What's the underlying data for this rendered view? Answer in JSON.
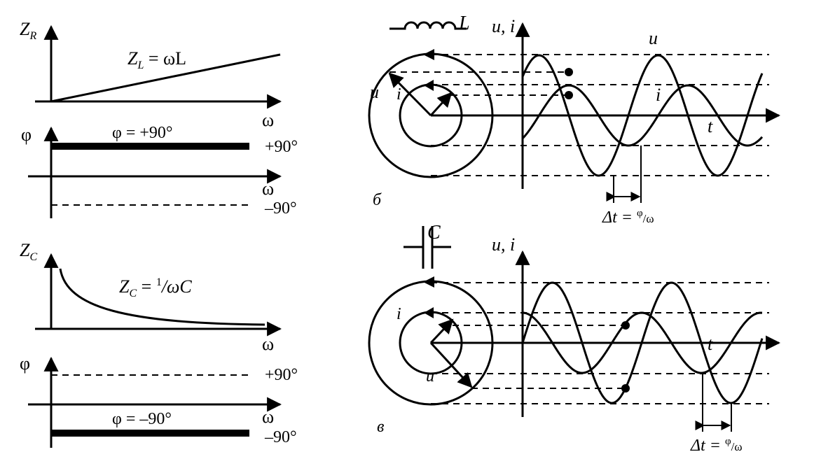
{
  "inductor": {
    "zr_axis": "Z",
    "zr_sub": "R",
    "zl_formula_left": "Z",
    "zl_formula_sub": "L",
    "zl_formula_right": " = ωL",
    "omega": "ω",
    "phi": "φ",
    "phi_eq": "φ = +90°",
    "plus90": "+90°",
    "minus90": "–90°"
  },
  "capacitor": {
    "zc_axis": "Z",
    "zc_sub": "C",
    "zc_formula_left": "Z",
    "zc_formula_sub": "C",
    "zc_formula_mid": " = ",
    "zc_formula_num": "1",
    "zc_formula_den": "/ωC",
    "omega": "ω",
    "phi": "φ",
    "phi_eq": "φ = –90°",
    "plus90": "+90°",
    "minus90": "–90°"
  },
  "panel_b": {
    "component": "L",
    "axis": "u, i",
    "u": "u",
    "i": "i",
    "t": "t",
    "label": "б",
    "dt": "Δt = ",
    "dt_num": "φ",
    "dt_den": "/ω"
  },
  "panel_v": {
    "component": "C",
    "axis": "u, i",
    "u": "u",
    "i": "i",
    "t": "t",
    "label": "в",
    "dt": "Δt = ",
    "dt_num": "φ",
    "dt_den": "/ω"
  }
}
